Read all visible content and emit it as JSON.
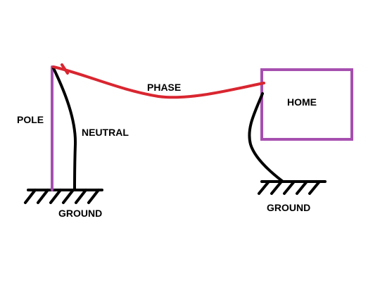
{
  "labels": {
    "pole": "POLE",
    "neutral": "NEUTRAL",
    "phase": "PHASE",
    "home": "HOME",
    "ground_left": "GROUND",
    "ground_right": "GROUND"
  },
  "colors": {
    "phase_wire": "#d92630",
    "pole": "#a64fb0",
    "home_box": "#a64fb0",
    "neutral_wire": "#000000",
    "ground_symbol": "#000000",
    "text": "#000000"
  }
}
